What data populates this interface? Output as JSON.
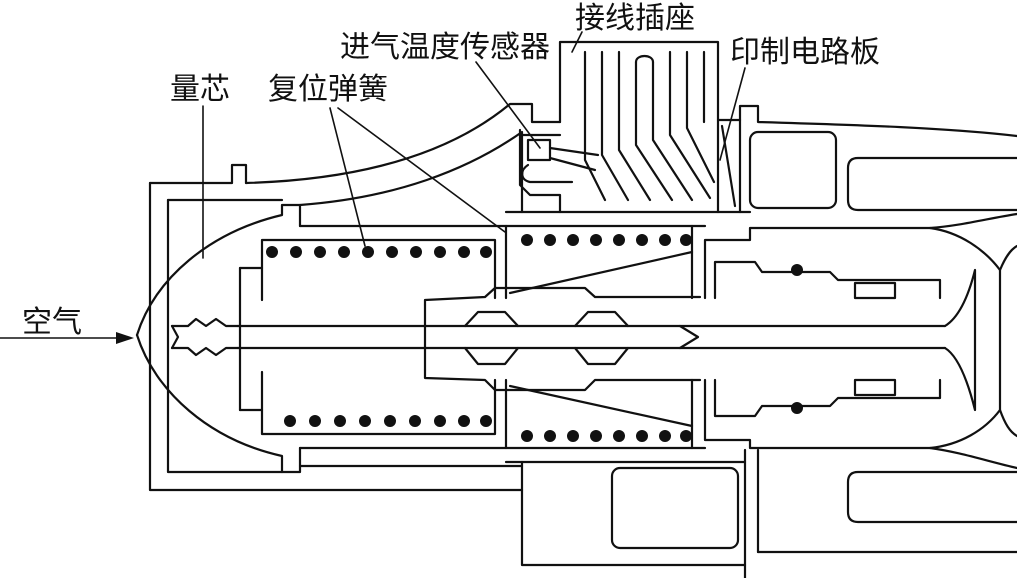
{
  "labels": {
    "socket": "接线插座",
    "sensor": "进气温度传感器",
    "pcb": "印制电路板",
    "core": "量芯",
    "spring": "复位弹簧",
    "air": "空气"
  }
}
